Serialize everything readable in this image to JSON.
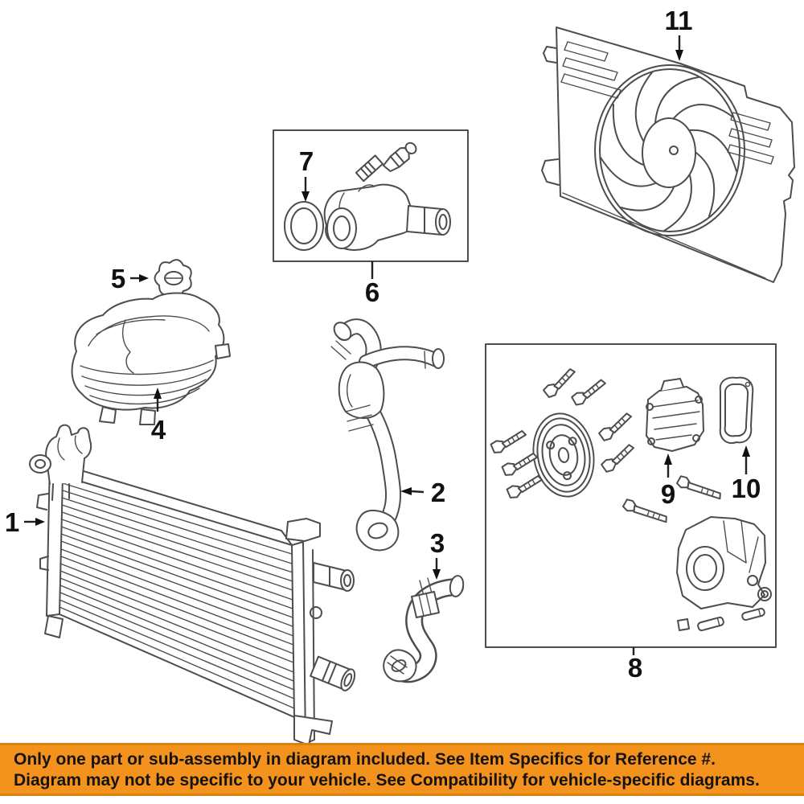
{
  "diagram": {
    "callouts": [
      {
        "number": "1"
      },
      {
        "number": "2"
      },
      {
        "number": "3"
      },
      {
        "number": "4"
      },
      {
        "number": "5"
      },
      {
        "number": "6"
      },
      {
        "number": "7"
      },
      {
        "number": "8"
      },
      {
        "number": "9"
      },
      {
        "number": "10"
      },
      {
        "number": "11"
      }
    ]
  },
  "banner": {
    "line1": "Only one part or sub-assembly in diagram included. See Item Specifics for Reference #.",
    "line2": "Diagram may not be specific to your vehicle. See Compatibility for vehicle-specific diagrams."
  },
  "colors": {
    "banner_background": "#F4921E",
    "banner_text": "#151210",
    "line_art": "#4D4D4D",
    "callout_label": "#111111",
    "page_background": "#FFFFFF"
  }
}
